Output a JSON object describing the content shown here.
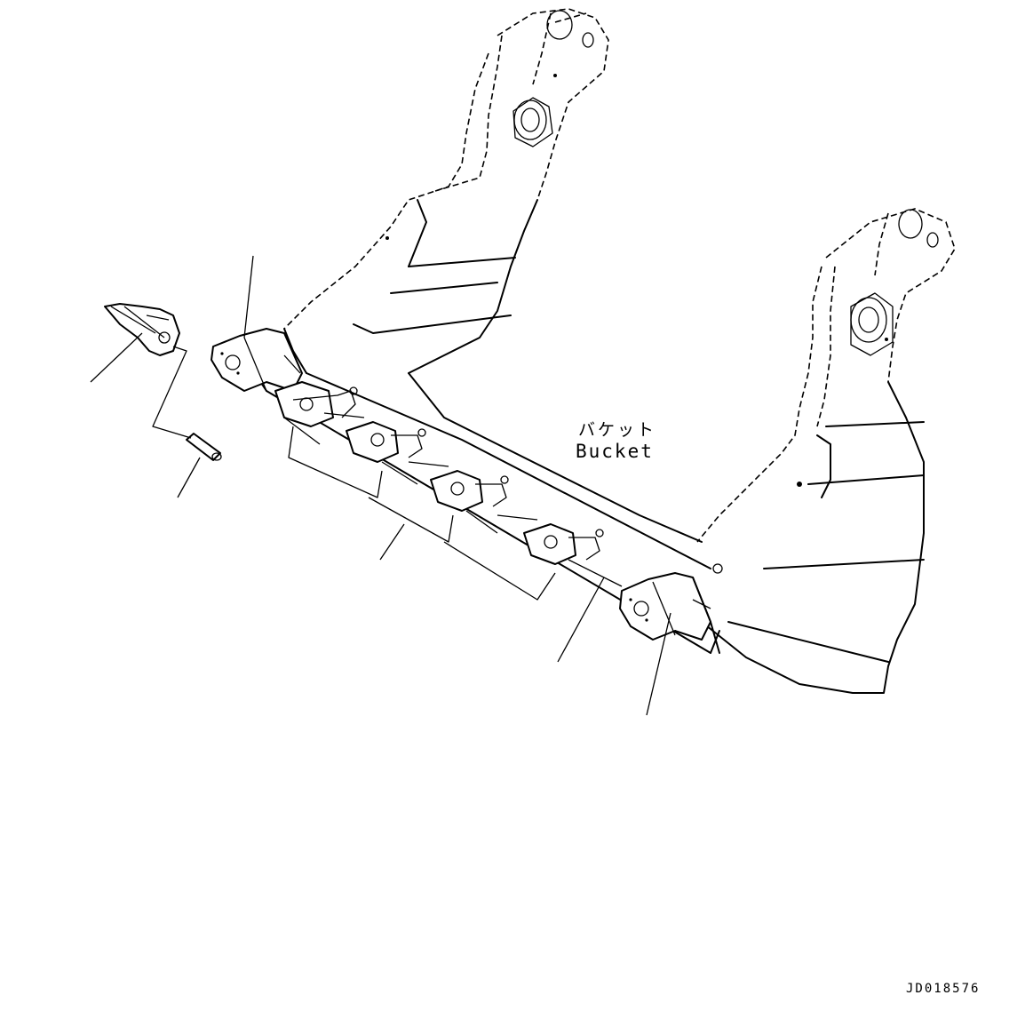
{
  "labels": {
    "part_jp": "バケット",
    "part_en": "Bucket",
    "drawing_code": "JD018576"
  }
}
